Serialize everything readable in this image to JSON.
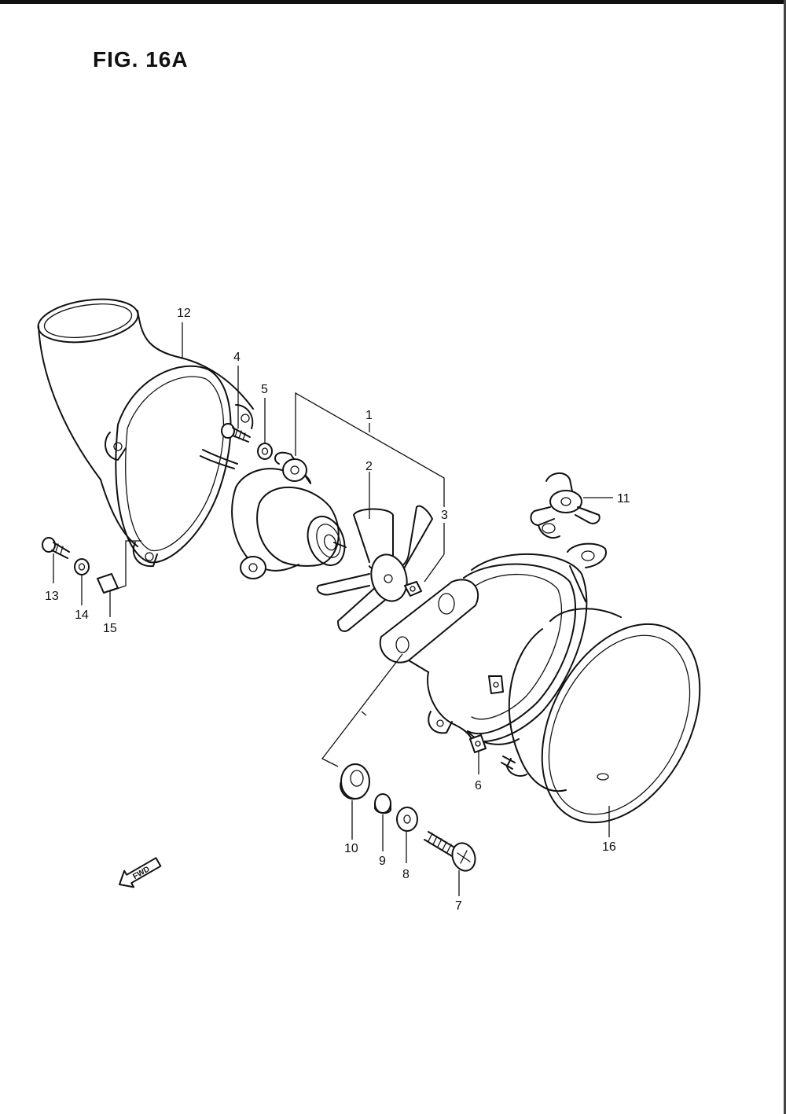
{
  "figure": {
    "title": "FIG. 16A",
    "fwd_label": "FWD"
  },
  "callouts": [
    {
      "id": "c1",
      "label": "1"
    },
    {
      "id": "c2",
      "label": "2"
    },
    {
      "id": "c3",
      "label": "3"
    },
    {
      "id": "c4",
      "label": "4"
    },
    {
      "id": "c5",
      "label": "5"
    },
    {
      "id": "c6",
      "label": "6"
    },
    {
      "id": "c7",
      "label": "7"
    },
    {
      "id": "c8",
      "label": "8"
    },
    {
      "id": "c9",
      "label": "9"
    },
    {
      "id": "c10",
      "label": "10"
    },
    {
      "id": "c11",
      "label": "11"
    },
    {
      "id": "c12",
      "label": "12"
    },
    {
      "id": "c13",
      "label": "13"
    },
    {
      "id": "c14",
      "label": "14"
    },
    {
      "id": "c15",
      "label": "15"
    },
    {
      "id": "c16",
      "label": "16"
    }
  ]
}
